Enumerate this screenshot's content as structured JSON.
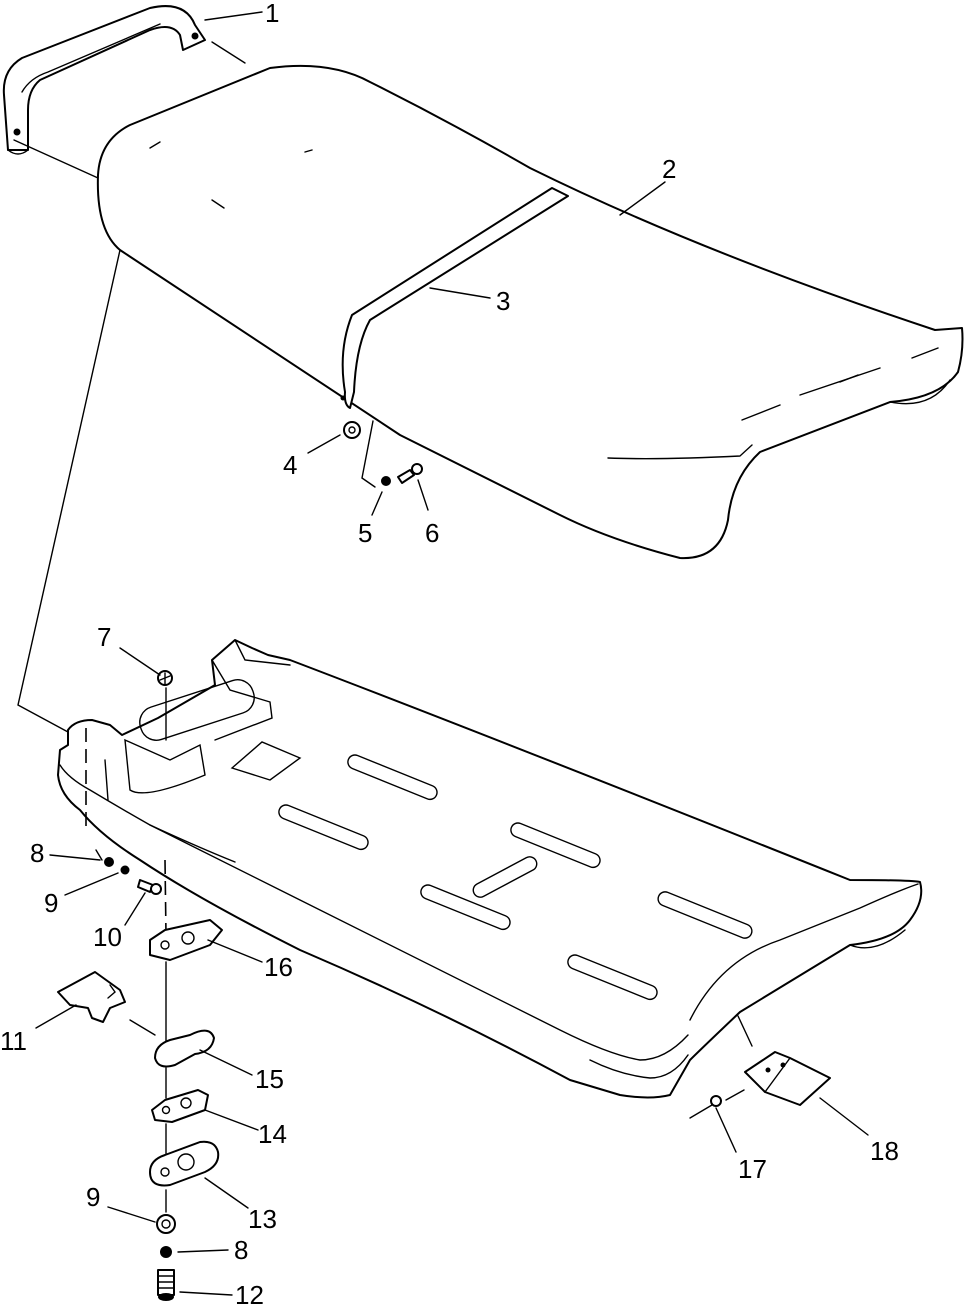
{
  "callouts": [
    {
      "id": "c1",
      "text": "1"
    },
    {
      "id": "c2",
      "text": "2"
    },
    {
      "id": "c3",
      "text": "3"
    },
    {
      "id": "c4",
      "text": "4"
    },
    {
      "id": "c5",
      "text": "5"
    },
    {
      "id": "c6",
      "text": "6"
    },
    {
      "id": "c7",
      "text": "7"
    },
    {
      "id": "c8a",
      "text": "8"
    },
    {
      "id": "c9a",
      "text": "9"
    },
    {
      "id": "c10",
      "text": "10"
    },
    {
      "id": "c11",
      "text": "11"
    },
    {
      "id": "c12",
      "text": "12"
    },
    {
      "id": "c13",
      "text": "13"
    },
    {
      "id": "c14",
      "text": "14"
    },
    {
      "id": "c15",
      "text": "15"
    },
    {
      "id": "c16",
      "text": "16"
    },
    {
      "id": "c17",
      "text": "17"
    },
    {
      "id": "c18",
      "text": "18"
    },
    {
      "id": "c9b",
      "text": "9"
    },
    {
      "id": "c8b",
      "text": "8"
    }
  ]
}
